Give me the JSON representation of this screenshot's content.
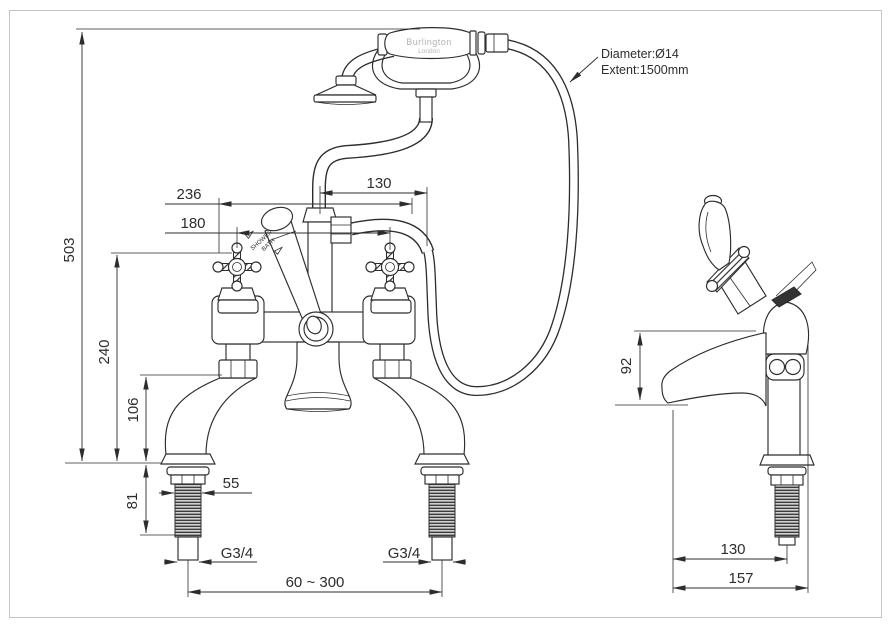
{
  "page": {
    "background": "#ffffff",
    "frame_color": "#c4c4c4"
  },
  "drawing": {
    "ink": "#2d2d2d",
    "brand_ink": "#b3b3b3",
    "handset_brand": {
      "line1": "Burlington",
      "line2": "London"
    },
    "diverter_labels": {
      "line1": "SHOWER",
      "line2": "BATH"
    },
    "hose_note": {
      "line1": "Diameter:Ø14",
      "line2": "Extent:1500mm"
    },
    "front_view": {
      "overall_height": "503",
      "width_to_hose": "236",
      "handle_centers": "180",
      "riser_to_hose": "130",
      "height_to_handles": "240",
      "height_under_body": "106",
      "shank_length": "81",
      "shank_flange_width": "55",
      "thread_left": "G3/4",
      "thread_right": "G3/4",
      "inlet_centers_range": "60 ~ 300"
    },
    "side_view": {
      "spout_height": "92",
      "spout_reach": "130",
      "overall_depth": "157"
    }
  }
}
